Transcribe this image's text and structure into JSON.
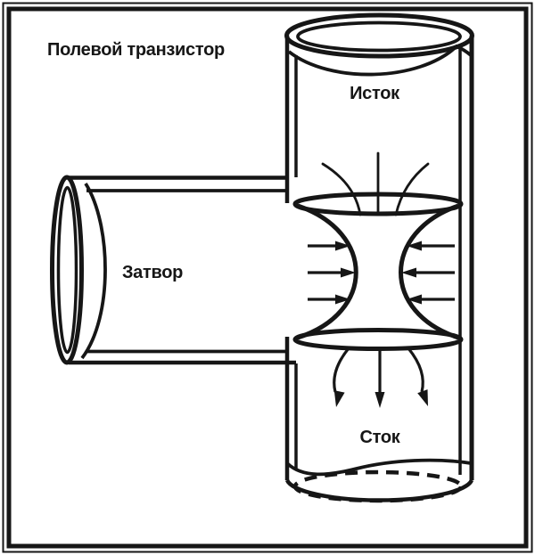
{
  "diagram": {
    "title": "Полевой транзистор",
    "labels": {
      "source": "Исток",
      "gate": "Затвор",
      "drain": "Сток"
    }
  },
  "colors": {
    "line": "#161616",
    "background": "#ffffff"
  }
}
